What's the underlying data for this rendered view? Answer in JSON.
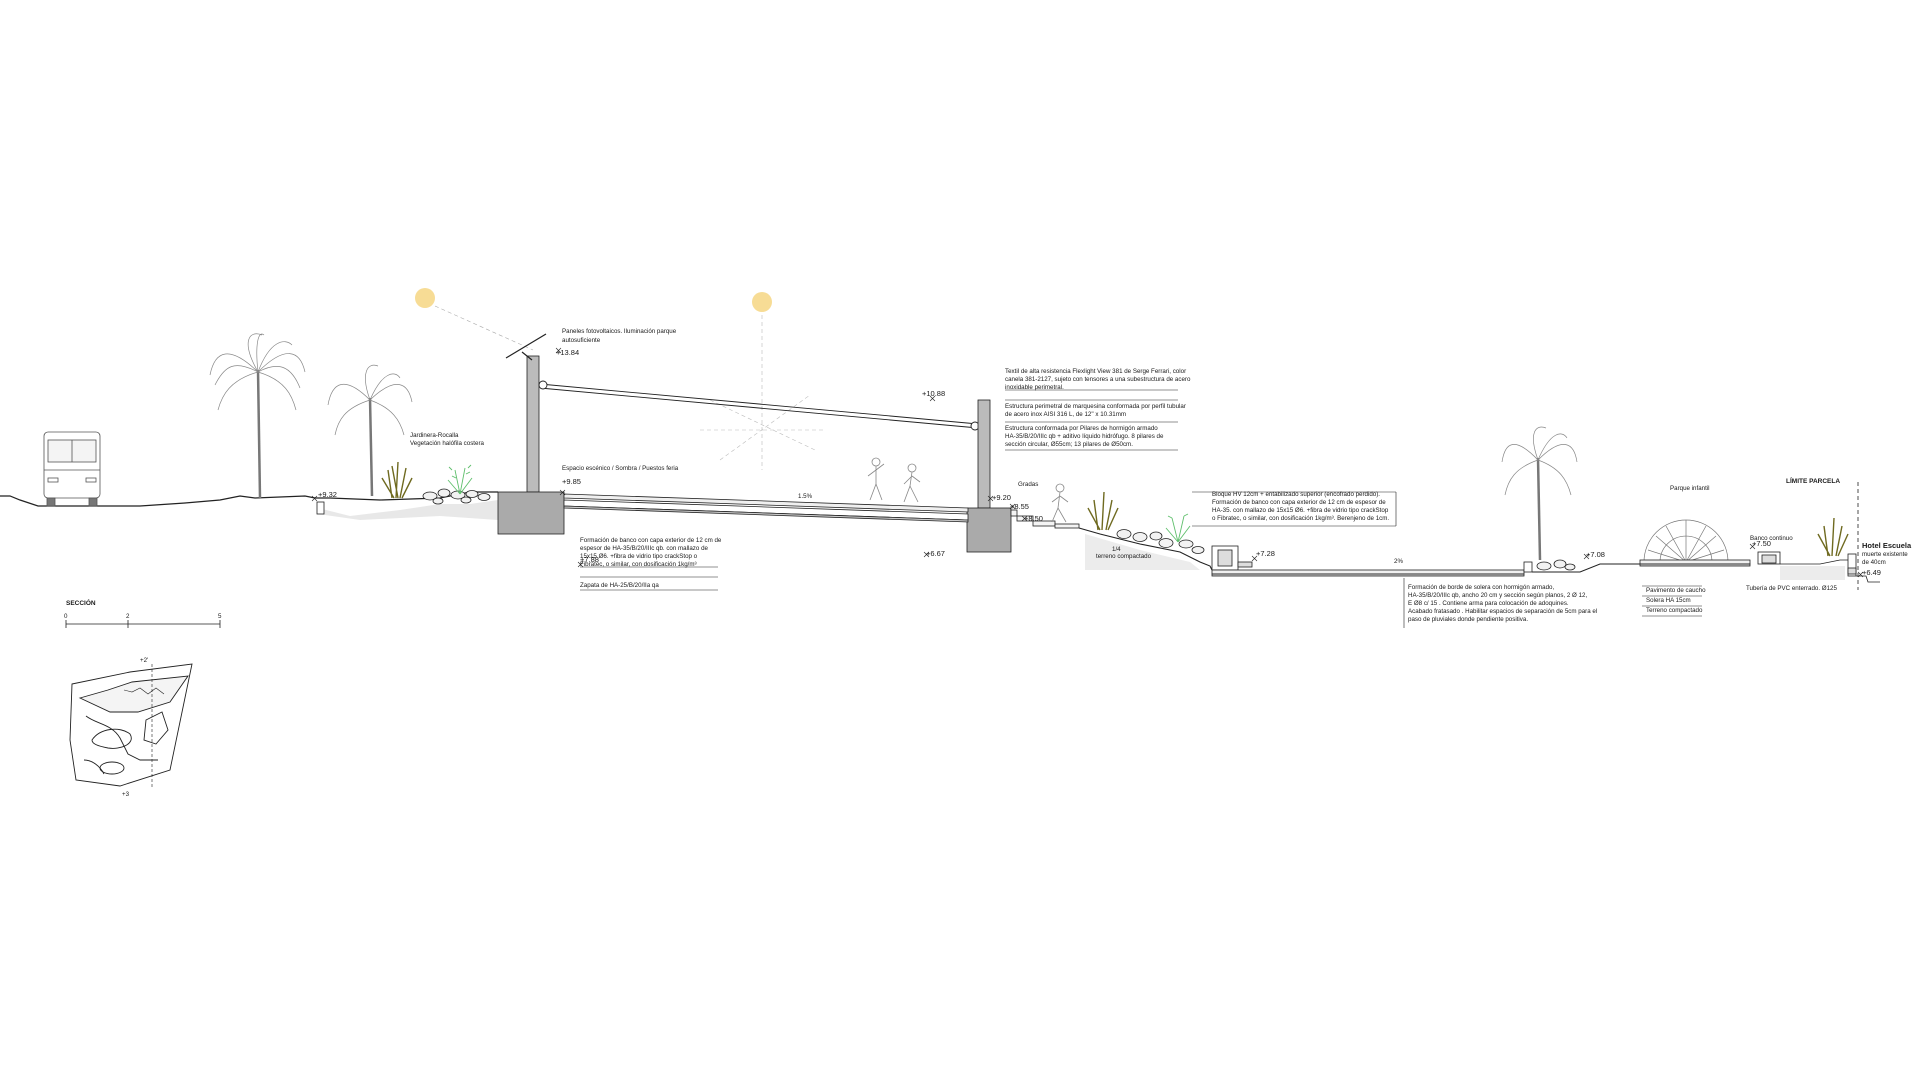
{
  "section": {
    "title": "SECCIÓN",
    "scale_ticks": [
      "0",
      "2",
      "5"
    ]
  },
  "levels": {
    "l932": "+9.32",
    "l985": "+9.85",
    "l788": "+7.88",
    "l1384": "+13.84",
    "l1088": "+10.88",
    "l920": "+9.20",
    "l855": "+8.55",
    "l850": "+8.50",
    "l667": "+6.67",
    "l728": "+7.28",
    "l708": "+7.08",
    "l750": "+7.50",
    "l649": "+6.49"
  },
  "slopes": {
    "s15": "1.5%",
    "s2": "2%",
    "s14": "1/4"
  },
  "labels": {
    "paneles": [
      "Paneles fotovoltaicos. Iluminación parque",
      "autosuficiente"
    ],
    "jardinera": [
      "Jardinera-Rocalla",
      "Vegetación halófila costera"
    ],
    "espacio": "Espacio escénico / Sombra / Puestos feria",
    "banco1": [
      "Formación de banco con capa exterior de 12 cm de",
      "espesor de HA-35/B/20/IIIc qb. con mallazo de",
      "15x15 Ø6. +fibra de vidrio tipo crackStop o",
      "Fibratec, o similar,  con dosificación 1kg/m³"
    ],
    "zapata": "Zapata de HA-25/B/20/IIa qa",
    "textil": [
      "Textil de alta resistencia Flexlight View 381 de Serge Ferrari, color",
      "canela 381-2127, sujeto con tensores a una subestructura de acero",
      "inoxidable perimetral."
    ],
    "estructura": [
      "Estructura perimetral de marquesina conformada por perfil tubular",
      "de acero inox AISI 316 L, de 12'' x 10.31mm"
    ],
    "pilares": [
      "Estructura  conformada  por  Pilares  de  hormigón  armado",
      "HA-35/B/20/IIIc  qb  +  aditivo  líquido  hidrófugo.  8  pilares  de",
      "sección circular, Ø55cm; 13 pilares de  Ø50cm."
    ],
    "gradas": "Gradas",
    "terreno1": "terreno compactado",
    "bloque": [
      "Bloque  HV  12cm  +  entabilizado  superior  (encofrado  perdido).",
      "Formación de banco con capa exterior de 12 cm de espesor de",
      "HA-35. con mallazo de  15x15 Ø6. +fibra de vidrio tipo crackStop",
      "o Fibratec, o similar,  con dosificación 1kg/m³. Berenjeno de 1cm."
    ],
    "borde": [
      "Formación  de  borde  de  solera  con  hormigón  armado,",
      "HA-35/B/20/IIIc qb, ancho 20 cm y sección  según planos, 2 Ø 12,",
      "E Ø8 c/ 15 .  Contiene arma para colocación de adoquines.",
      "Acabado fratasado . Habilitar espacios de separación de 5cm para el",
      "paso de pluviales donde pendiente positiva."
    ],
    "parque": "Parque infantil",
    "banco_continuo": "Banco continuo",
    "pavimento": "Pavimento de caucho",
    "solera": "Solera HA 15cm",
    "terreno2": "Terreno compactado",
    "tuberia": "Tubería de PVC enterrado. Ø125",
    "limite": "LÍMITE PARCELA",
    "hotel": [
      "Hotel Escuela",
      "muerte existente",
      "de 40cm"
    ]
  },
  "keyplan": {
    "top_mark": "+2'",
    "bottom_mark": "+3"
  }
}
